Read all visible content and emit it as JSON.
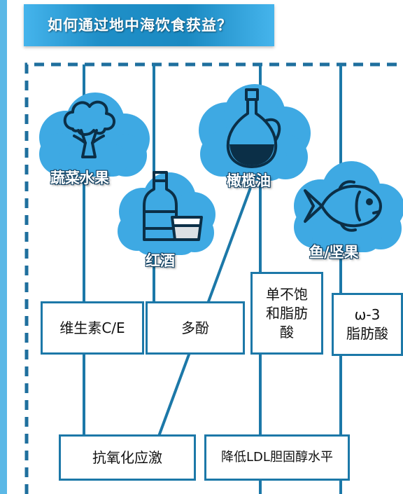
{
  "title": "如何通过地中海饮食获益？",
  "colors": {
    "cloud": "#3ea9e3",
    "cloud_dark": "#2a8fcf",
    "line": "#1c78a8",
    "dash": "#1f6f9e",
    "banner": "#1f8fc8",
    "icon": "#0b2f47"
  },
  "foods": [
    {
      "label": "蔬菜水果",
      "icon": "broccoli-icon"
    },
    {
      "label": "红酒",
      "icon": "wine-bottle-glass-icon"
    },
    {
      "label": "橄榄油",
      "icon": "oil-jug-icon"
    },
    {
      "label": "鱼/坚果",
      "icon": "fish-icon"
    }
  ],
  "nutrients": [
    {
      "text": "维生素C/E"
    },
    {
      "text": "多酚"
    },
    {
      "lines": [
        "单不饱",
        "和脂肪",
        "酸"
      ]
    },
    {
      "lines": [
        "ω-3",
        "脂肪酸"
      ]
    }
  ],
  "effects": [
    {
      "text": "抗氧化应激"
    },
    {
      "text": "降低LDL胆固醇水平"
    }
  ]
}
